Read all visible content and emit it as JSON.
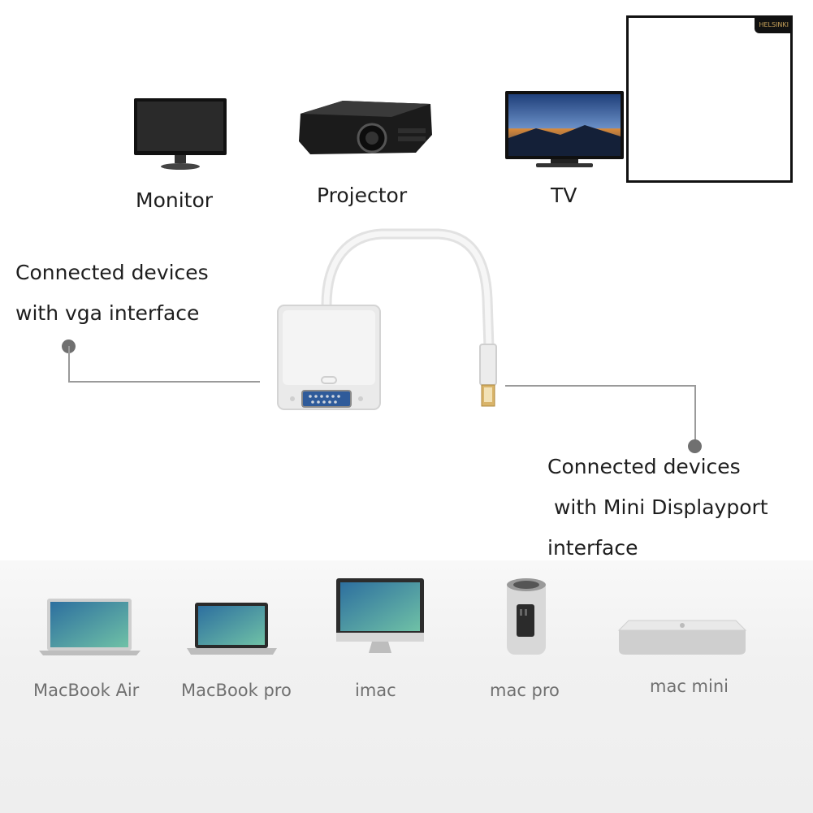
{
  "top_devices": [
    {
      "label": "Monitor",
      "icon": "monitor-icon"
    },
    {
      "label": "Projector",
      "icon": "projector-icon"
    },
    {
      "label": "TV",
      "icon": "tv-icon"
    }
  ],
  "adapter": {
    "vga_caption": [
      "Connected devices",
      "with vga interface"
    ],
    "mdp_caption": [
      "Connected devices",
      " with Mini Displayport",
      "interface"
    ]
  },
  "bottom_devices": [
    {
      "label": "MacBook Air",
      "icon": "macbook-air-icon"
    },
    {
      "label": "MacBook pro",
      "icon": "macbook-pro-icon"
    },
    {
      "label": "imac",
      "icon": "imac-icon"
    },
    {
      "label": "mac pro",
      "icon": "mac-pro-icon"
    },
    {
      "label": "mac mini",
      "icon": "mac-mini-icon"
    }
  ],
  "stamp": {
    "text": "HELSINKI"
  },
  "colors": {
    "leader": "#9a9a9a",
    "dot": "#707070",
    "screen": "#3f8fb8",
    "adapter": "#ececec"
  }
}
